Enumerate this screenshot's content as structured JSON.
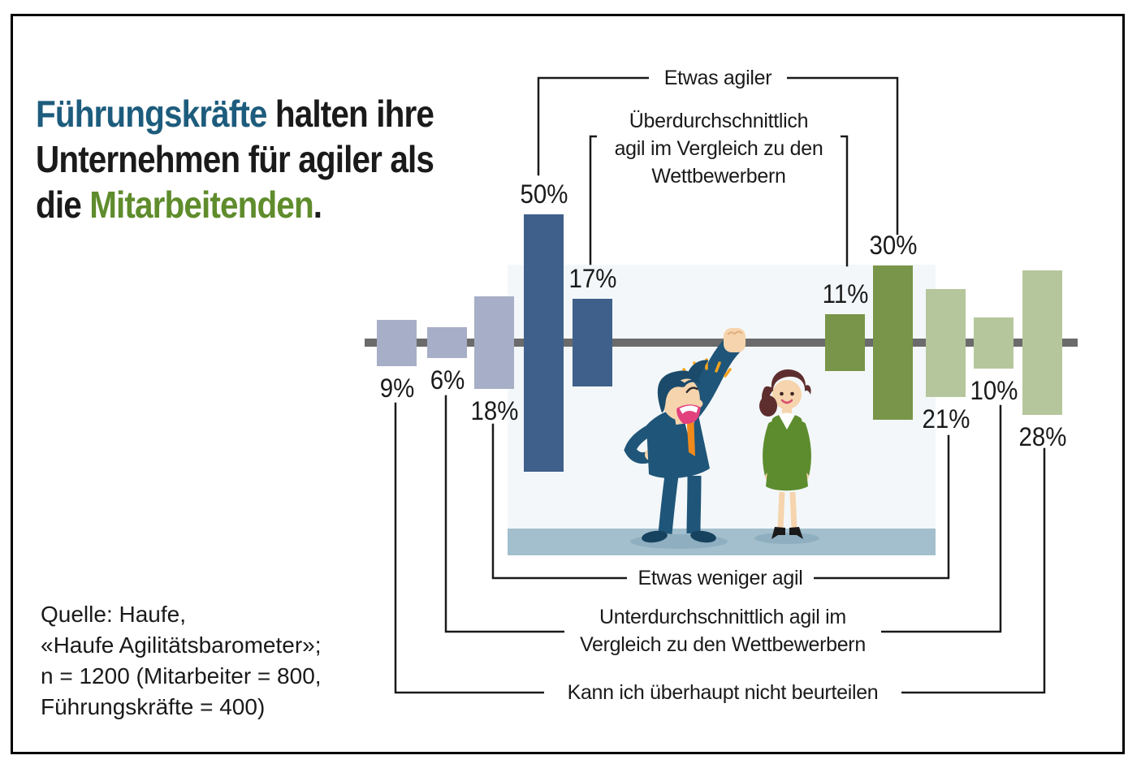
{
  "title": {
    "l1_highlight": "Führungskräfte",
    "l1_rest": " halten ihre",
    "l2": "Unternehmen für agiler als",
    "l3_pre": "die ",
    "l3_highlight": "Mitarbeitenden",
    "l3_post": "."
  },
  "source": {
    "text": "Quelle: Haufe,\n«Haufe Agilitätsbarometer»;\nn = 1200 (Mitarbeiter = 800,\nFührungskräfte = 400)"
  },
  "theme": {
    "text": "#1a1a1a",
    "frame": "#000000",
    "title_blue": "#1d5c7d",
    "title_green": "#5f8c2c",
    "bar_blue_dark": "#3f608b",
    "bar_blue_light": "#a7aec7",
    "bar_green_dark": "#789549",
    "bar_green_light": "#b6c69c",
    "axis_gray": "#6b6b6b",
    "illustration_bg": "#f3f7f9",
    "floor": "#a3bfcd"
  },
  "callouts": {
    "c1": "Etwas agiler",
    "c2": "Überdurchschnittlich\nagil im Vergleich zu den\nWettbewerbern",
    "c3": "Etwas weniger agil",
    "c4": "Unterdurchschnittlich agil im\nVergleich zu den Wettbewerbern",
    "c5": "Kann ich überhaupt nicht beurteilen"
  },
  "chart_data": {
    "type": "bar",
    "variant": "diverging-barbell (bars mirrored around a horizontal axis, height = percent)",
    "unit": "%",
    "title": "Führungskräfte halten ihre Unternehmen für agiler als die Mitarbeitenden.",
    "categories": [
      "Etwas agiler",
      "Überdurchschnittlich agil im Vergleich zu den Wettbewerbern",
      "Etwas weniger agil",
      "Unterdurchschnittlich agil im Vergleich zu den Wettbewerbern",
      "Kann ich überhaupt nicht beurteilen"
    ],
    "series": [
      {
        "name": "Führungskräfte",
        "side": "left",
        "color": "#3f608b",
        "color_muted": "#a7aec7",
        "values": [
          50,
          17,
          18,
          6,
          9
        ]
      },
      {
        "name": "Mitarbeitenden",
        "side": "right",
        "color": "#789549",
        "color_muted": "#b6c69c",
        "values": [
          30,
          11,
          21,
          10,
          28
        ]
      }
    ],
    "bars": [
      {
        "label": "9%",
        "value": 9,
        "tone": "bar_blue_light",
        "label_pos": "below",
        "category": "Kann ich überhaupt nicht beurteilen",
        "series": "Führungskräfte"
      },
      {
        "label": "6%",
        "value": 6,
        "tone": "bar_blue_light",
        "label_pos": "below",
        "category": "Unterdurchschnittlich agil im Vergleich zu den Wettbewerbern",
        "series": "Führungskräfte"
      },
      {
        "label": "18%",
        "value": 18,
        "tone": "bar_blue_light",
        "label_pos": "below",
        "category": "Etwas weniger agil",
        "series": "Führungskräfte"
      },
      {
        "label": "50%",
        "value": 50,
        "tone": "bar_blue_dark",
        "label_pos": "above",
        "category": "Etwas agiler",
        "series": "Führungskräfte"
      },
      {
        "label": "17%",
        "value": 17,
        "tone": "bar_blue_dark",
        "label_pos": "above",
        "category": "Überdurchschnittlich agil im Vergleich zu den Wettbewerbern",
        "series": "Führungskräfte"
      },
      {
        "label": "11%",
        "value": 11,
        "tone": "bar_green_dark",
        "label_pos": "above",
        "category": "Überdurchschnittlich agil im Vergleich zu den Wettbewerbern",
        "series": "Mitarbeitenden"
      },
      {
        "label": "30%",
        "value": 30,
        "tone": "bar_green_dark",
        "label_pos": "above",
        "category": "Etwas agiler",
        "series": "Mitarbeitenden"
      },
      {
        "label": "21%",
        "value": 21,
        "tone": "bar_green_light",
        "label_pos": "below",
        "category": "Etwas weniger agil",
        "series": "Mitarbeitenden"
      },
      {
        "label": "10%",
        "value": 10,
        "tone": "bar_green_light",
        "label_pos": "below",
        "category": "Unterdurchschnittlich agil im Vergleich zu den Wettbewerbern",
        "series": "Mitarbeitenden"
      },
      {
        "label": "28%",
        "value": 28,
        "tone": "bar_green_light",
        "label_pos": "below",
        "category": "Kann ich überhaupt nicht beurteilen",
        "series": "Mitarbeitenden"
      }
    ]
  }
}
